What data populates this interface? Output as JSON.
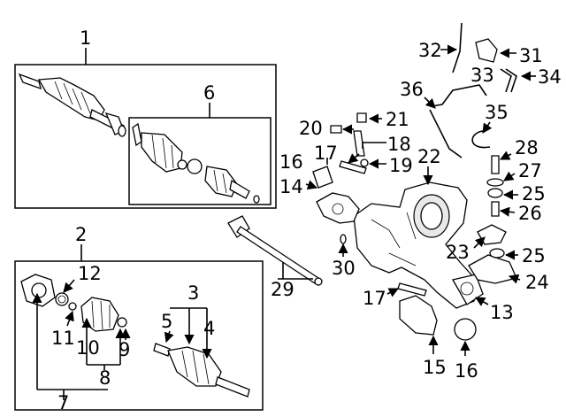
{
  "callouts": {
    "c1": "1",
    "c2": "2",
    "c3": "3",
    "c4": "4",
    "c5": "5",
    "c6": "6",
    "c7": "7",
    "c8": "8",
    "c9": "9",
    "c10": "10",
    "c11": "11",
    "c12": "12",
    "c13": "13",
    "c14": "14",
    "c15": "15",
    "c16a": "16",
    "c16b": "16",
    "c17a": "17",
    "c17b": "17",
    "c18": "18",
    "c19": "19",
    "c20": "20",
    "c21": "21",
    "c22": "22",
    "c23": "23",
    "c24": "24",
    "c25a": "25",
    "c25b": "25",
    "c26": "26",
    "c27": "27",
    "c28": "28",
    "c29": "29",
    "c30": "30",
    "c31": "31",
    "c32": "32",
    "c33": "33",
    "c34": "34",
    "c35": "35",
    "c36": "36"
  }
}
